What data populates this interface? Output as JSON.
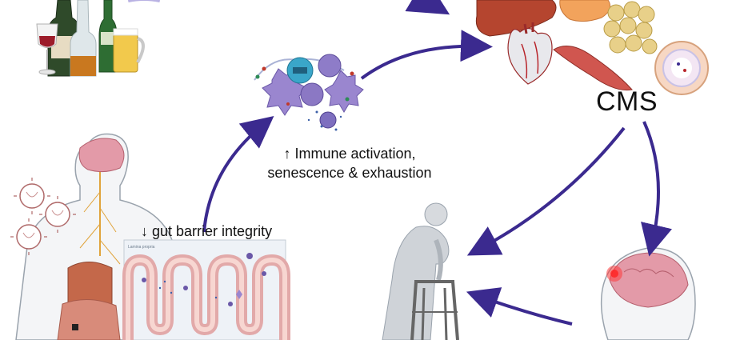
{
  "labels": {
    "cms": "CMS",
    "immune_line1": "↑ Immune activation,",
    "immune_line2": "senescence & exhaustion",
    "gut": "↓ gut barrier integrity"
  },
  "inset": {
    "caption": "Lamina propria"
  },
  "colors": {
    "arrow": "#3b2a8f",
    "arrow_light": "#b9b2e3",
    "body_outline": "#9aa3ad",
    "brain": "#e39aa8",
    "gut_inset_bg": "#eef2f7"
  }
}
